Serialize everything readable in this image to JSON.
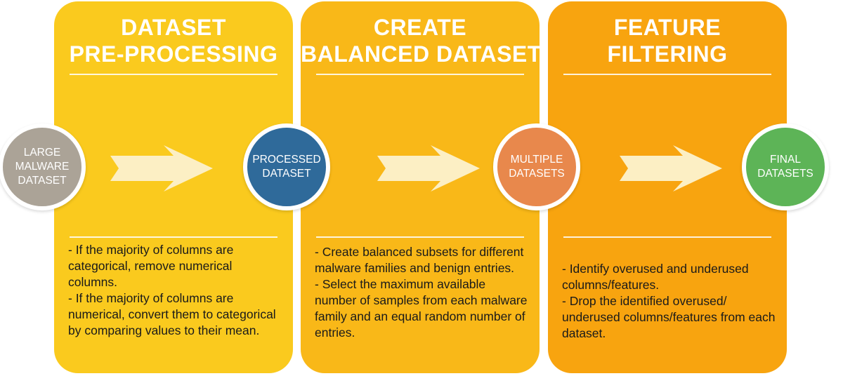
{
  "stages": [
    {
      "title_lines": [
        "DATASET",
        "PRE-PROCESSING"
      ],
      "description": [
        "- If the majority of columns are categorical, remove numerical columns.",
        "- If the majority of columns are numerical, convert them to categorical by comparing values to their mean."
      ]
    },
    {
      "title_lines": [
        "CREATE",
        "BALANCED DATASETS"
      ],
      "description": [
        "- Create balanced subsets for different malware families and benign entries.",
        "- Select the maximum available number of samples from each malware family and an equal random number of entries."
      ]
    },
    {
      "title_lines": [
        "FEATURE",
        "FILTERING"
      ],
      "description": [
        "- Identify overused and underused columns/features.",
        "- Drop the identified overused/ underused columns/features from each dataset."
      ]
    }
  ],
  "nodes": [
    {
      "label": "LARGE\nMALWARE\nDATASET",
      "color": "#ABA397"
    },
    {
      "label": "PROCESSED\nDATASET",
      "color": "#2F6A9A"
    },
    {
      "label": "MULTIPLE\nDATASETS",
      "color": "#E8884C"
    },
    {
      "label": "FINAL\nDATASETS",
      "color": "#5DB457"
    }
  ],
  "colors": {
    "panel_1": "#FACA1E",
    "panel_2": "#F9B818",
    "panel_3": "#F8A40F",
    "arrow_fill": "#FCEFC4"
  }
}
